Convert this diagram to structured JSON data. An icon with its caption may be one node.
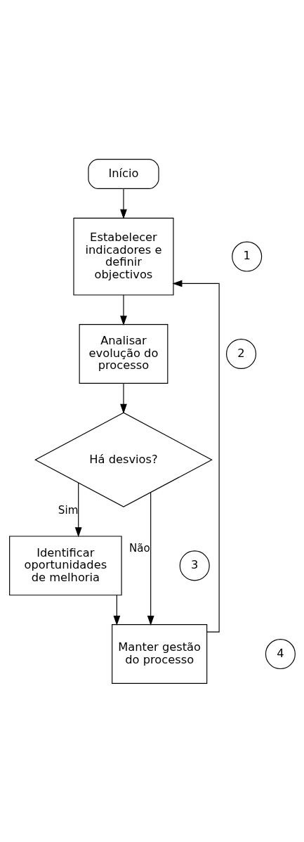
{
  "diagram": {
    "nodes": [
      {
        "text": [
          "Início"
        ]
      },
      {
        "text": [
          "Estabelecer indicadores e definir objectivos"
        ]
      },
      {
        "text": [
          "1"
        ]
      },
      {
        "text": [
          "Analisar evolução do processo"
        ]
      },
      {
        "text": [
          "2"
        ]
      },
      {
        "text": [
          "Há desvios?"
        ]
      },
      {
        "text": [
          "Identificar oportunidades de melhoria"
        ]
      },
      {
        "text": [
          "3"
        ]
      },
      {
        "text": [
          "Manter gestão do processo"
        ]
      },
      {
        "text": [
          "4"
        ]
      }
    ],
    "edges": [
      {
        "from": 0,
        "to": 1,
        "arrow": "to"
      },
      {
        "from": 1,
        "to": 3,
        "arrow": "to"
      },
      {
        "from": 3,
        "to": 5,
        "arrow": "to"
      },
      {
        "from": 5,
        "to": 6,
        "arrow": "to",
        "label": "Sim"
      },
      {
        "from": 5,
        "to": 8,
        "arrow": "to",
        "label": "Não"
      },
      {
        "from": 6,
        "to": 8,
        "arrow": "to"
      },
      {
        "from": 8,
        "to": 1,
        "arrow": "to"
      }
    ]
  }
}
